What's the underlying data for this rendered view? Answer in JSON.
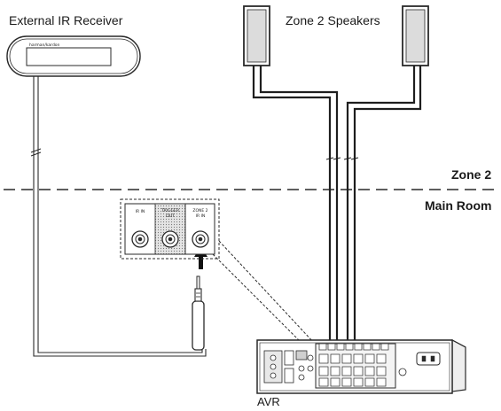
{
  "labels": {
    "ir_receiver": "External IR Receiver",
    "receiver_brand": "harman/kardon",
    "zone2_speakers": "Zone 2 Speakers",
    "zone2": "Zone 2",
    "main_room": "Main Room",
    "avr": "AVR"
  },
  "jack_panel": {
    "jacks": [
      {
        "label_line1": "IR IN",
        "label_line2": ""
      },
      {
        "label_line1": "TRIGGER",
        "label_line2": "OUT"
      },
      {
        "label_line1": "ZONE 2",
        "label_line2": "IR IN"
      }
    ]
  },
  "colors": {
    "line": "#2a2a2a",
    "panel_fill": "#d9d9d9",
    "speaker_face": "#dddddd"
  }
}
